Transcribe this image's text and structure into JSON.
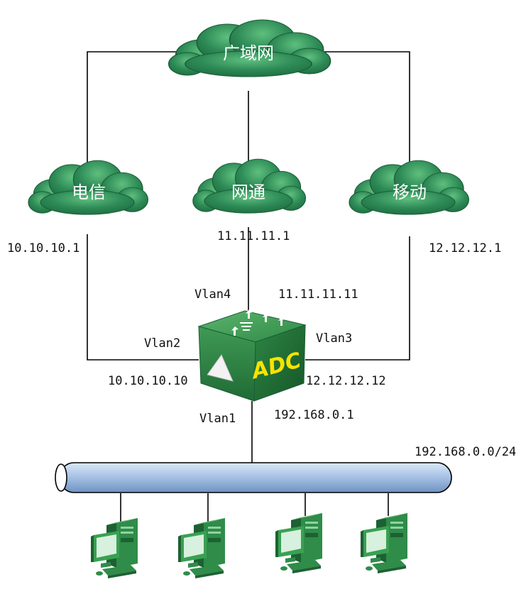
{
  "clouds": {
    "wan": "广域网",
    "telecom": "电信",
    "netcom": "网通",
    "mobile": "移动"
  },
  "device": {
    "label": "ADC"
  },
  "links": {
    "telecom_gateway_ip": "10.10.10.1",
    "netcom_gateway_ip": "11.11.11.1",
    "mobile_gateway_ip": "12.12.12.1",
    "vlan4": "Vlan4",
    "vlan4_ip": "11.11.11.11",
    "vlan2": "Vlan2",
    "vlan2_ip": "10.10.10.10",
    "vlan3": "Vlan3",
    "vlan3_ip": "12.12.12.12",
    "vlan1": "Vlan1",
    "vlan1_ip": "192.168.0.1",
    "lan_subnet": "192.168.0.0/24"
  },
  "colors": {
    "cloud_green": "#2e8b57",
    "device_green": "#3c9a52",
    "adc_label": "#f5e400",
    "bus_blue": "#a9c4e6",
    "line": "#000000"
  },
  "clients": [
    {
      "icon": "desktop-computer-icon"
    },
    {
      "icon": "desktop-computer-icon"
    },
    {
      "icon": "desktop-computer-icon"
    },
    {
      "icon": "desktop-computer-icon"
    }
  ]
}
